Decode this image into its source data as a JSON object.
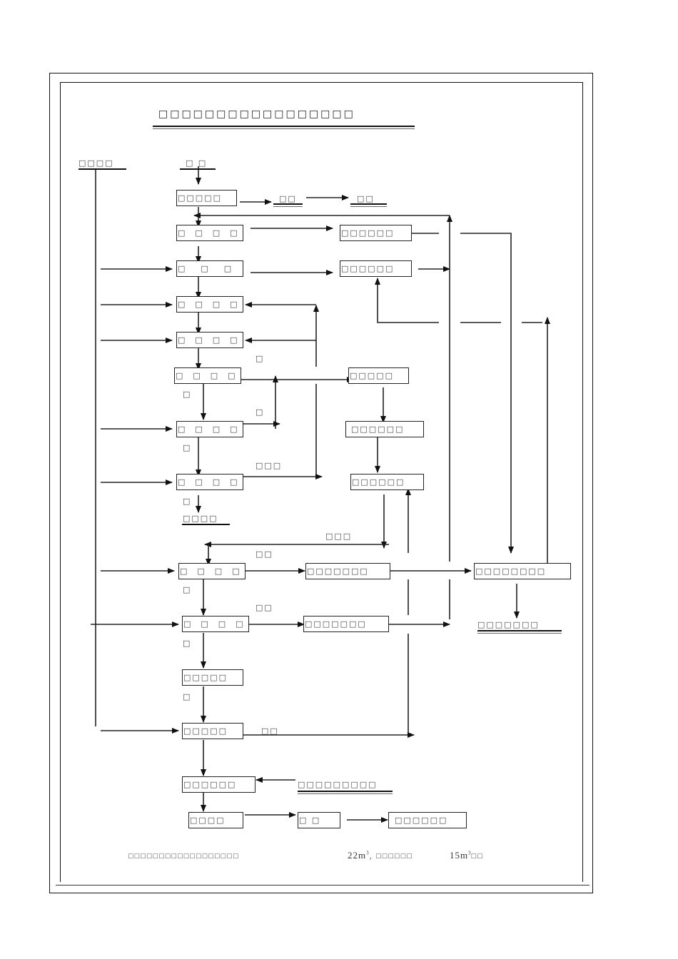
{
  "title": "□□□□□□□□□□□□□□□□□",
  "labels": {
    "top_left": "□□□□",
    "top_source": "□   □",
    "out_a": "□□",
    "out_b": "□□",
    "side_1": "□",
    "side_2": "□",
    "side_3": "□",
    "side_4": "□",
    "side_5": "□",
    "side_6": "□",
    "side_7": "□",
    "branch_1": "□",
    "branch_2": "□",
    "branch_3": "□□□",
    "mid_out": "□□□□",
    "recycle": "□□□",
    "flow_1": "□□",
    "flow_2": "□□",
    "flow_3": "□□",
    "right_out": "□□□□□□□",
    "bottom_input": "□□□□□□□□□"
  },
  "boxes": {
    "b1": "□□□□□",
    "b2": "□□□□",
    "b3": "□□□",
    "b4": "□□□□",
    "b5": "□□□□",
    "b6": "□□□□",
    "b7": "□□□□",
    "b8": "□□□□",
    "r1": "□□□□□□",
    "r2": "□□□□□□",
    "r3": "□□□□□",
    "r4": "□□□□□□",
    "r5": "□□□□□□",
    "b9": "□□□□",
    "c1": "□□□□□□□",
    "far_right": "□□□□□□□□",
    "b10": "□□□□",
    "c2": "□□□□□□□",
    "b11": "□□□□□",
    "b12": "□□□□□",
    "b13": "□□□□□□",
    "b14": "□□□□",
    "b15": "□     □",
    "b16": "□□□□□□"
  },
  "note": {
    "text_1": "□□□□□□□□□□□□□□□□□□",
    "value_1": "22m",
    "unit_1": "3",
    "text_2": ", □□□□□□",
    "value_2": "15m",
    "unit_2": "3",
    "text_3": "□□"
  }
}
